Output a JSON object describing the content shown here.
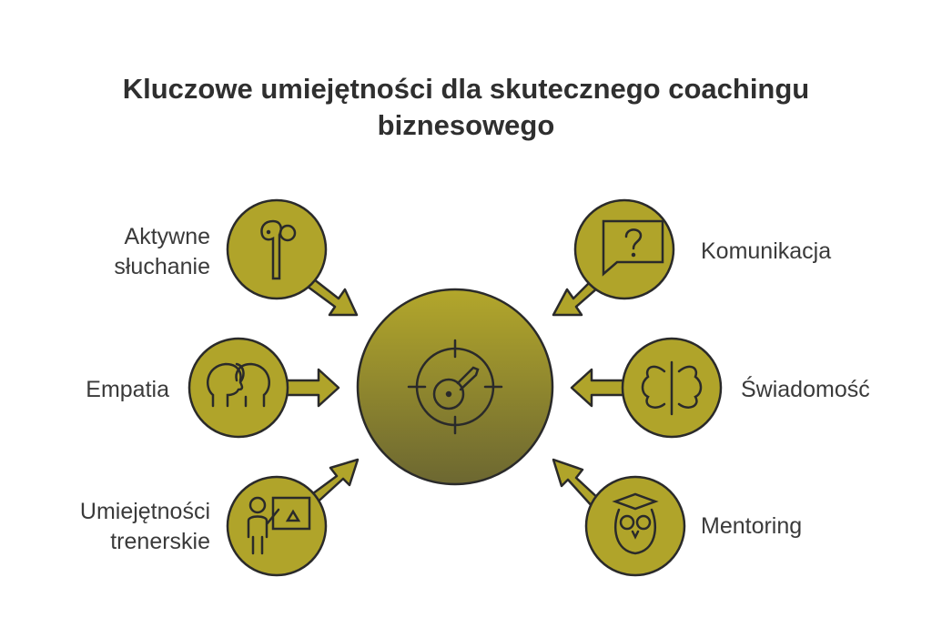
{
  "title": "Kluczowe umiejętności dla skutecznego coachingu biznesowego",
  "colors": {
    "node_fill": "#b0a42a",
    "center_top": "#b3a72b",
    "center_bottom": "#6c6731",
    "stroke": "#2a2a2a"
  },
  "center": {
    "icon": "target-key-icon"
  },
  "nodes": [
    {
      "label_1": "Aktywne",
      "label_2": "słuchanie",
      "icon": "earbud-icon"
    },
    {
      "label": "Empatia",
      "icon": "heads-icon"
    },
    {
      "label_1": "Umiejętności",
      "label_2": "trenerskie",
      "icon": "trainer-board-icon"
    },
    {
      "label": "Komunikacja",
      "icon": "question-bubble-icon"
    },
    {
      "label": "Świadomość",
      "icon": "brain-halves-icon"
    },
    {
      "label": "Mentoring",
      "icon": "owl-graduate-icon"
    }
  ]
}
